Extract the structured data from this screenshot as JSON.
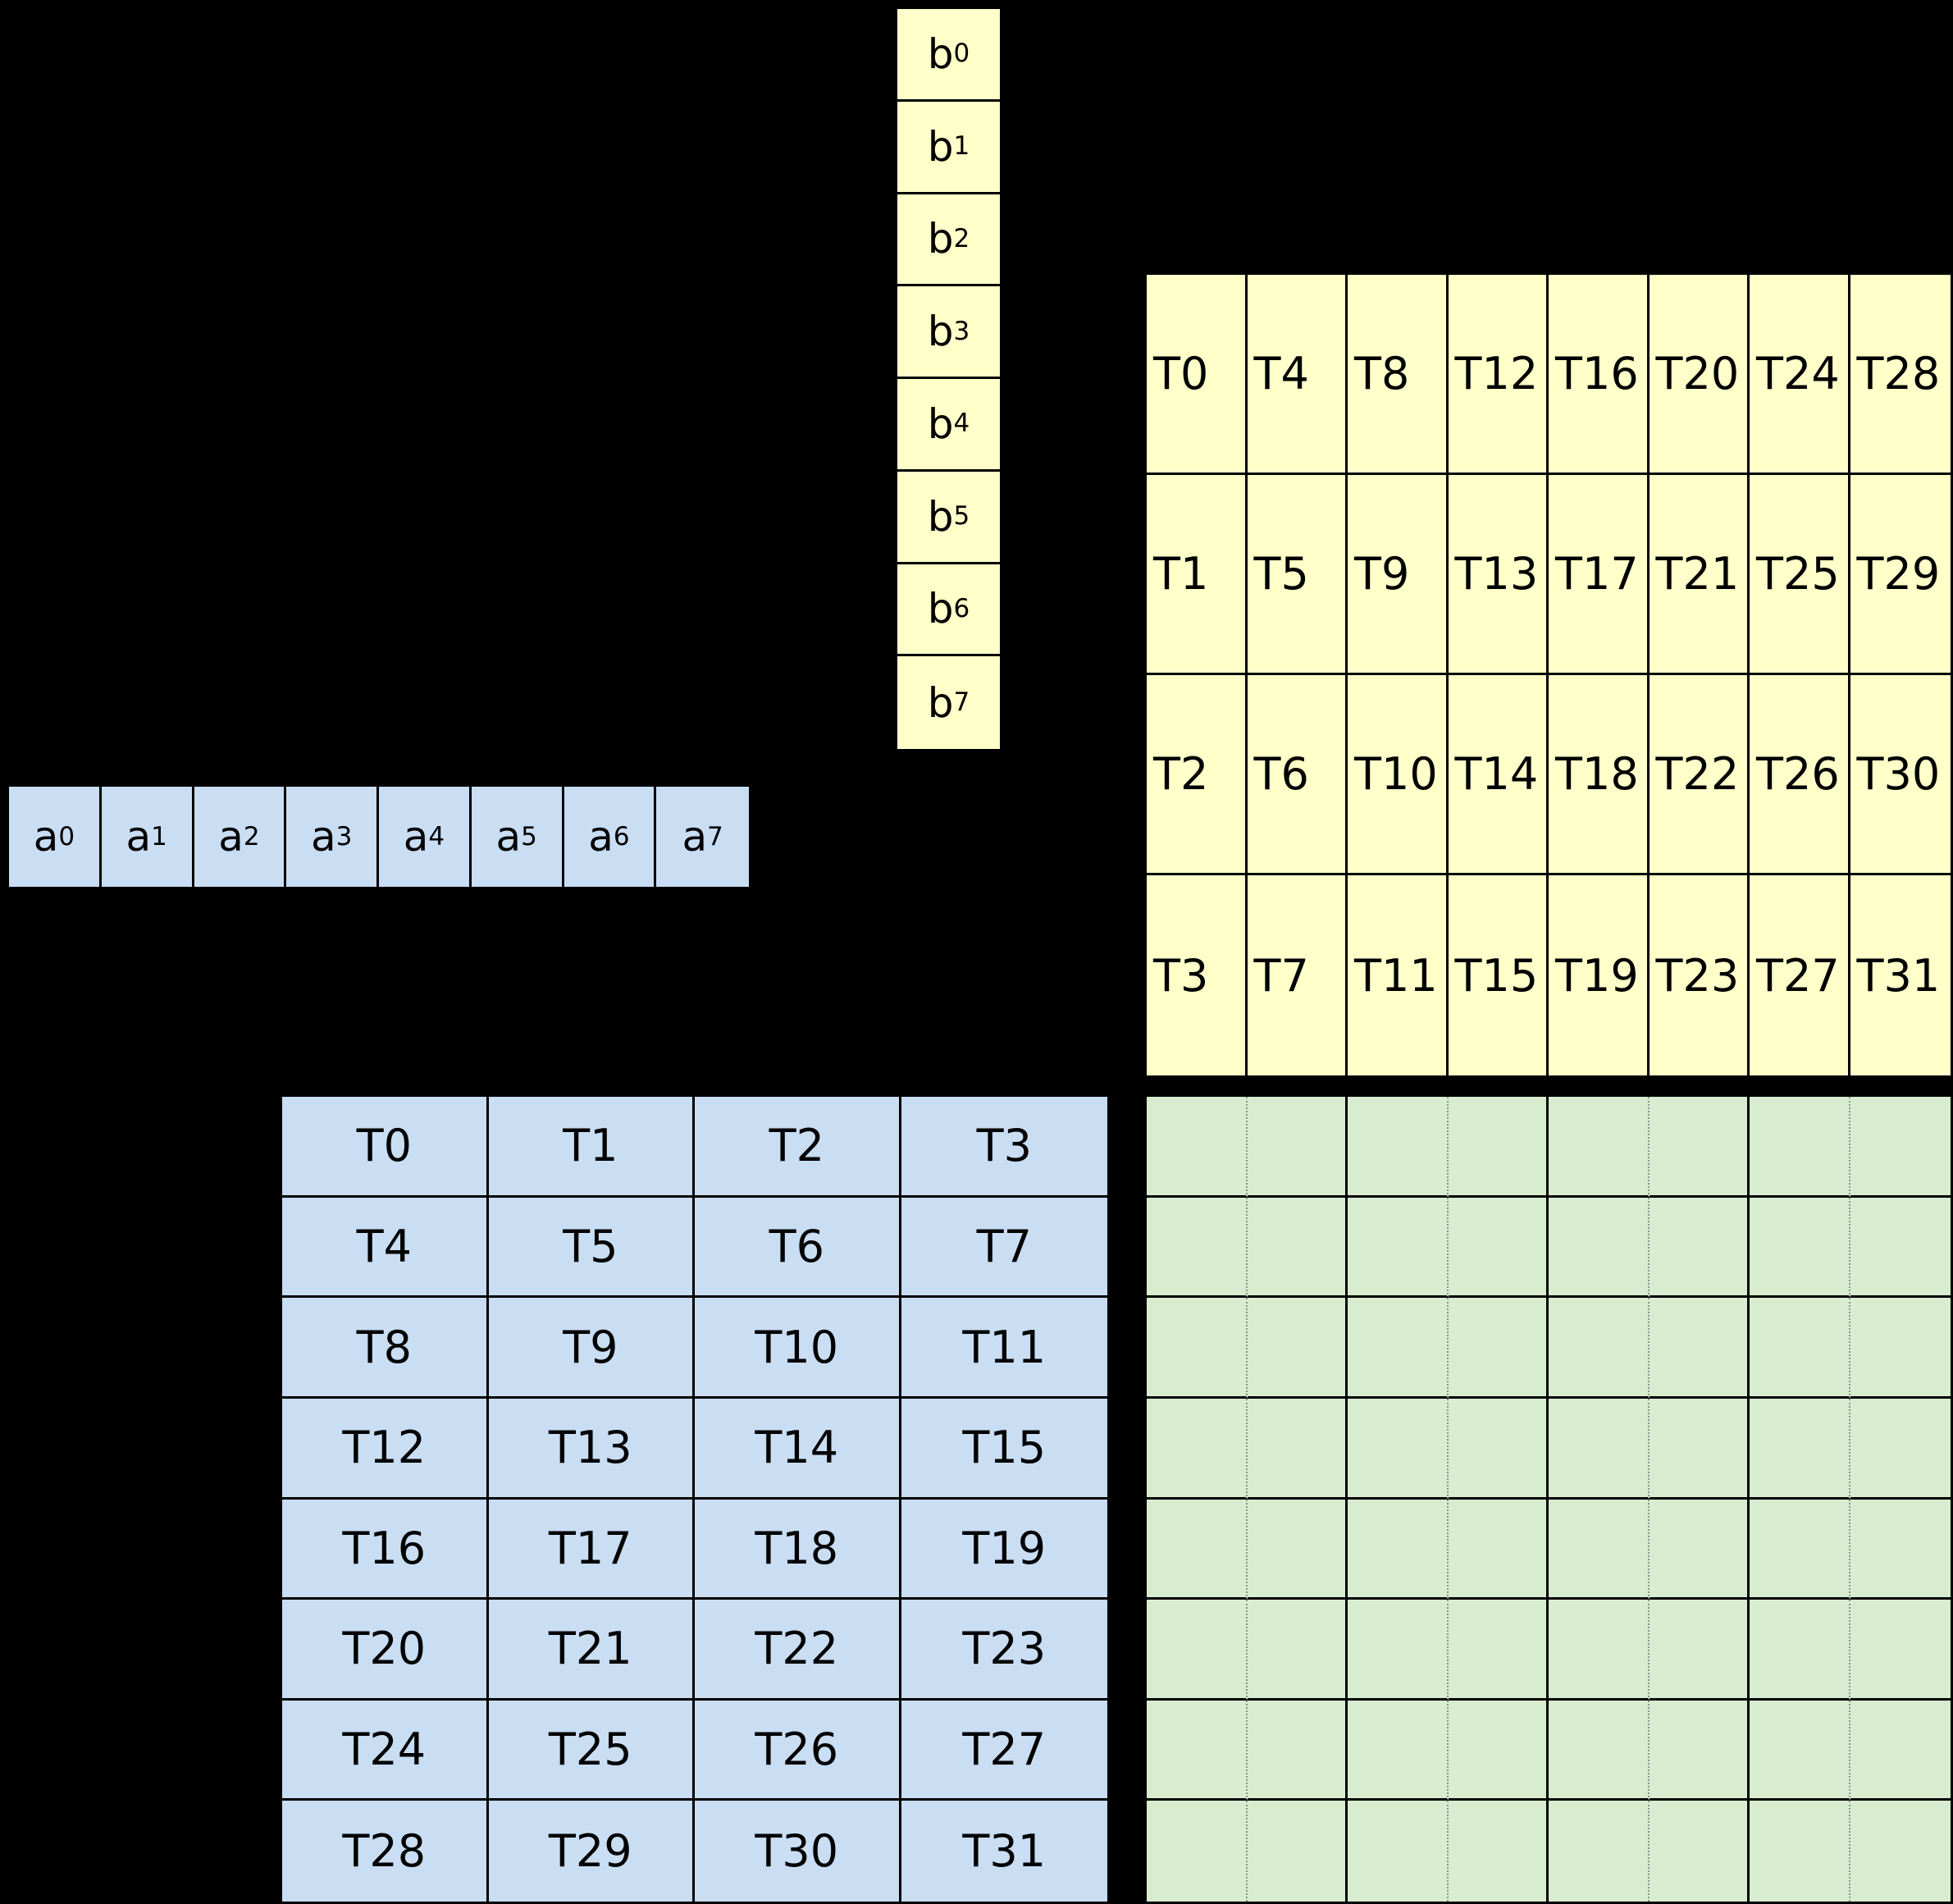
{
  "colors": {
    "yellow": "#FFFFC9",
    "blue": "#C9DDF3",
    "green": "#D8EDD0",
    "background": "#000000",
    "border": "#000000"
  },
  "b_vector": {
    "items": [
      {
        "base": "b",
        "sub": "0"
      },
      {
        "base": "b",
        "sub": "1"
      },
      {
        "base": "b",
        "sub": "2"
      },
      {
        "base": "b",
        "sub": "3"
      },
      {
        "base": "b",
        "sub": "4"
      },
      {
        "base": "b",
        "sub": "5"
      },
      {
        "base": "b",
        "sub": "6"
      },
      {
        "base": "b",
        "sub": "7"
      }
    ]
  },
  "a_vector": {
    "items": [
      {
        "base": "a",
        "sub": "0"
      },
      {
        "base": "a",
        "sub": "1"
      },
      {
        "base": "a",
        "sub": "2"
      },
      {
        "base": "a",
        "sub": "3"
      },
      {
        "base": "a",
        "sub": "4"
      },
      {
        "base": "a",
        "sub": "5"
      },
      {
        "base": "a",
        "sub": "6"
      },
      {
        "base": "a",
        "sub": "7"
      }
    ]
  },
  "b_thread_grid": {
    "rows": [
      [
        "T0",
        "T4",
        "T8",
        "T12",
        "T16",
        "T20",
        "T24",
        "T28"
      ],
      [
        "T1",
        "T5",
        "T9",
        "T13",
        "T17",
        "T21",
        "T25",
        "T29"
      ],
      [
        "T2",
        "T6",
        "T10",
        "T14",
        "T18",
        "T22",
        "T26",
        "T30"
      ],
      [
        "T3",
        "T7",
        "T11",
        "T15",
        "T19",
        "T23",
        "T27",
        "T31"
      ]
    ]
  },
  "a_thread_grid": {
    "rows": [
      [
        "T0",
        "T1",
        "T2",
        "T3"
      ],
      [
        "T4",
        "T5",
        "T6",
        "T7"
      ],
      [
        "T8",
        "T9",
        "T10",
        "T11"
      ],
      [
        "T12",
        "T13",
        "T14",
        "T15"
      ],
      [
        "T16",
        "T17",
        "T18",
        "T19"
      ],
      [
        "T20",
        "T21",
        "T22",
        "T23"
      ],
      [
        "T24",
        "T25",
        "T26",
        "T27"
      ],
      [
        "T28",
        "T29",
        "T30",
        "T31"
      ]
    ]
  },
  "result_grid": {
    "rows": 8,
    "cols": 8
  }
}
